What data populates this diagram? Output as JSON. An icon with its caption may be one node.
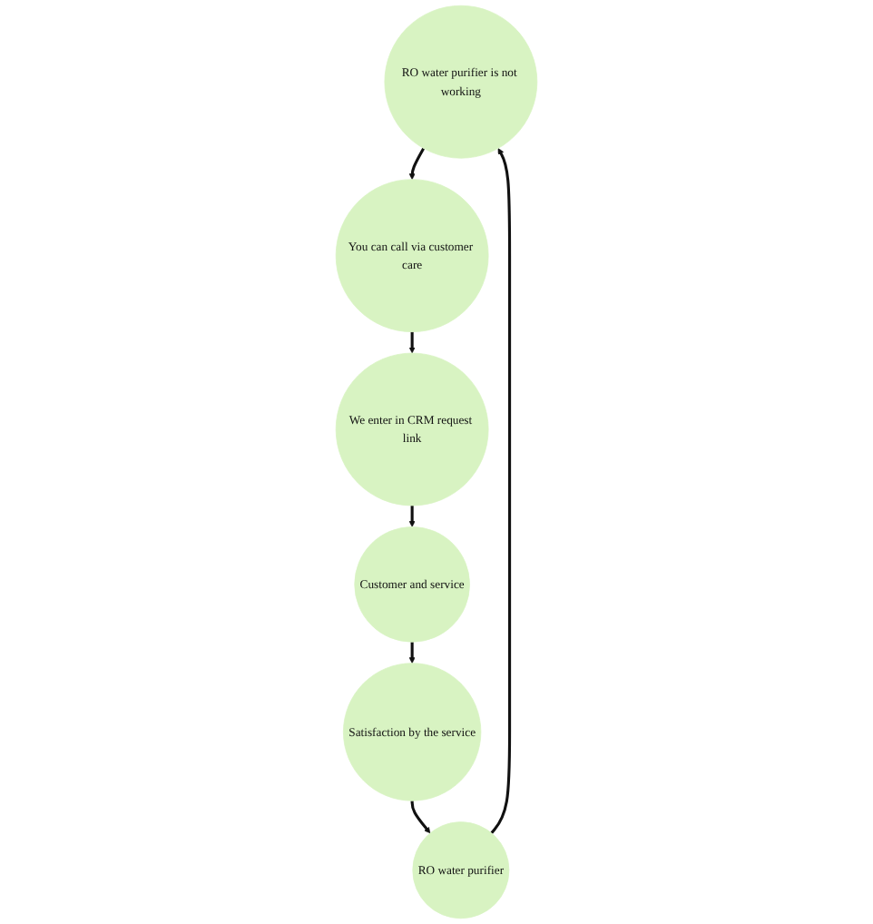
{
  "diagram": {
    "nodes": [
      {
        "text": [
          "RO water purifier is not working"
        ]
      },
      {
        "text": [
          "You can call via customer care"
        ]
      },
      {
        "text": [
          "We enter in CRM request link"
        ]
      },
      {
        "text": [
          "Customer and service"
        ]
      },
      {
        "text": [
          "Satisfaction by the service"
        ]
      },
      {
        "text": [
          "RO water purifier"
        ]
      }
    ],
    "edges": [
      {
        "from": 0,
        "to": 1,
        "arrow": "to"
      },
      {
        "from": 1,
        "to": 2,
        "arrow": "to"
      },
      {
        "from": 2,
        "to": 3,
        "arrow": "to"
      },
      {
        "from": 3,
        "to": 4,
        "arrow": "to"
      },
      {
        "from": 4,
        "to": 5,
        "arrow": "to"
      },
      {
        "from": 5,
        "to": 0,
        "arrow": "to"
      }
    ]
  }
}
